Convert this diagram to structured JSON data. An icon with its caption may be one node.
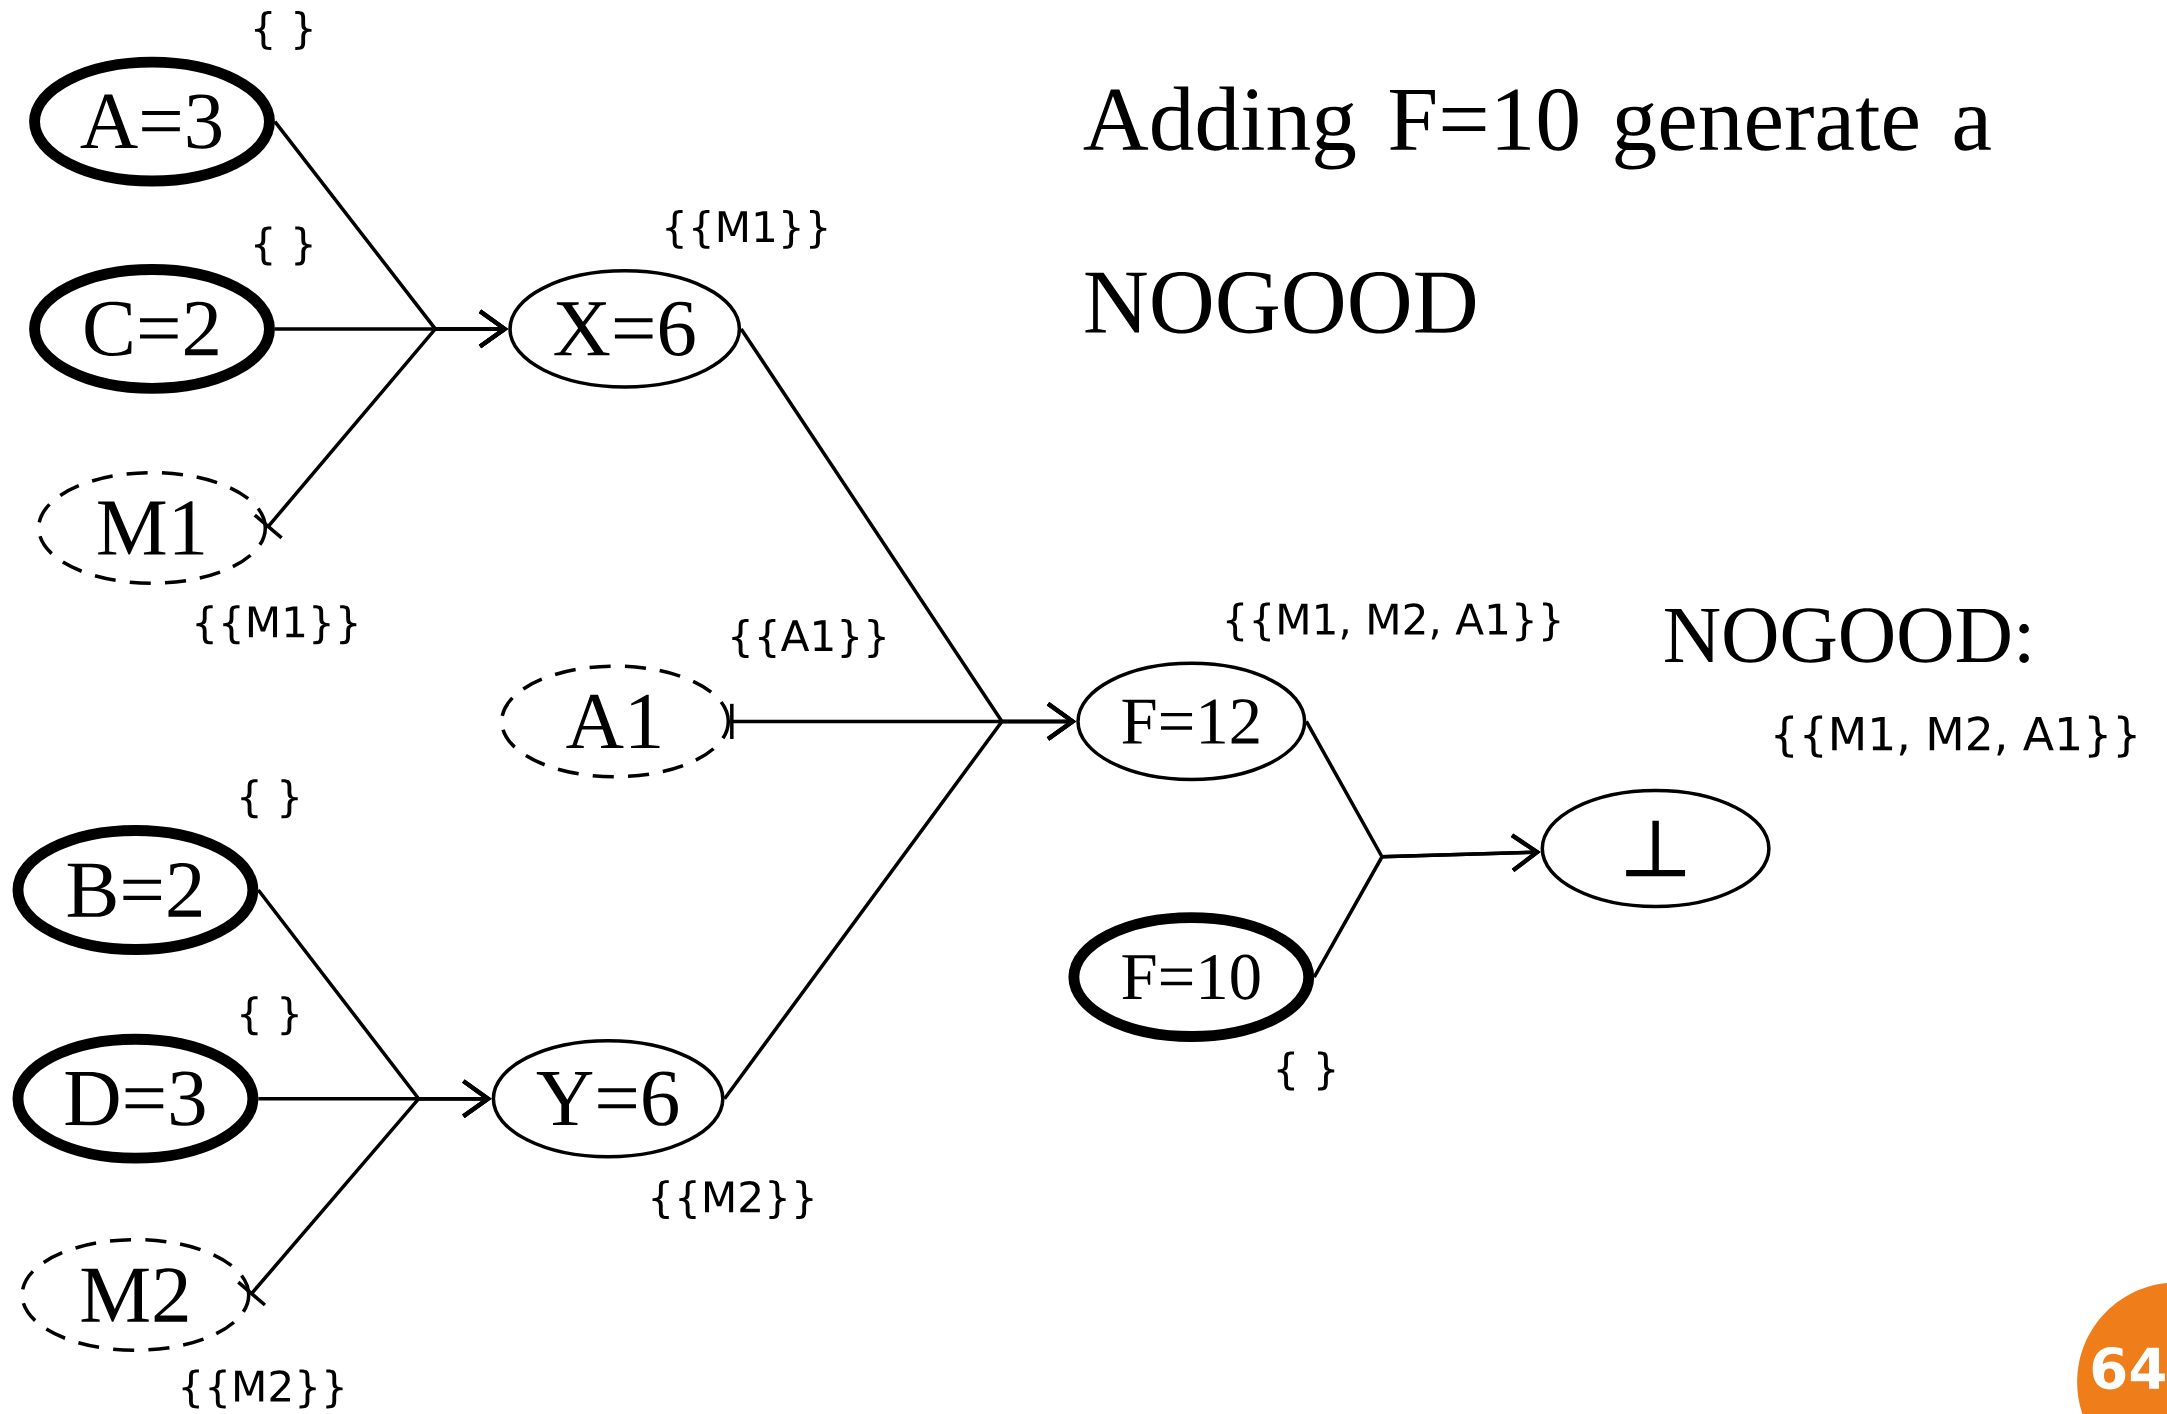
{
  "diagram": {
    "title": "Adding F=10 generate a NOGOOD",
    "nodes": [
      {
        "text": [
          "A=3"
        ],
        "beside": [
          "{ }"
        ]
      },
      {
        "text": [
          "C=2"
        ],
        "beside": [
          "{ }"
        ]
      },
      {
        "text": [
          "M1"
        ],
        "beside": [
          "{{M1}}"
        ]
      },
      {
        "text": [
          "X=6"
        ],
        "beside": [
          "{{M1}}"
        ]
      },
      {
        "text": [
          "A1"
        ],
        "beside": [
          "{{A1}}"
        ]
      },
      {
        "text": [
          "F=12"
        ],
        "beside": [
          "{{M1, M2, A1}}"
        ]
      },
      {
        "text": [
          "B=2"
        ],
        "beside": [
          "{ }"
        ]
      },
      {
        "text": [
          "D=3"
        ],
        "beside": [
          "{ }"
        ]
      },
      {
        "text": [
          "M2"
        ],
        "beside": [
          "{{M2}}"
        ]
      },
      {
        "text": [
          "Y=6"
        ],
        "beside": [
          "{{M2}}"
        ]
      },
      {
        "text": [
          "F=10"
        ],
        "beside": [
          "{ }"
        ]
      },
      {
        "text": [
          "⊥"
        ]
      }
    ],
    "edges": [
      {
        "from": 0,
        "to": 3,
        "arrow": "to"
      },
      {
        "from": 1,
        "to": 3,
        "arrow": "to"
      },
      {
        "from": 2,
        "to": 3,
        "arrow": "to"
      },
      {
        "from": 3,
        "to": 5,
        "arrow": "to"
      },
      {
        "from": 4,
        "to": 5,
        "arrow": "to"
      },
      {
        "from": 9,
        "to": 5,
        "arrow": "to"
      },
      {
        "from": 6,
        "to": 9,
        "arrow": "to"
      },
      {
        "from": 7,
        "to": 9,
        "arrow": "to"
      },
      {
        "from": 8,
        "to": 9,
        "arrow": "to"
      },
      {
        "from": 5,
        "to": 11,
        "arrow": "to"
      },
      {
        "from": 10,
        "to": 11,
        "arrow": "to"
      }
    ],
    "labels": [
      "NOGOOD:",
      "{{M1, M2, A1}}",
      "64"
    ]
  }
}
